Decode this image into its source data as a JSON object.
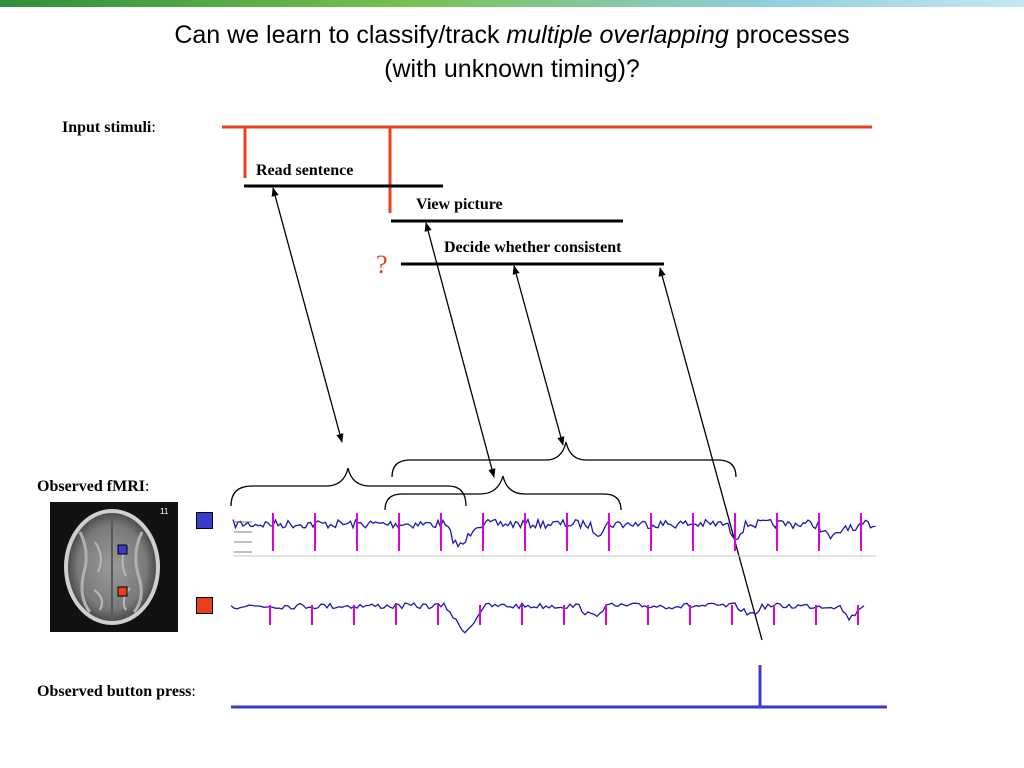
{
  "title": {
    "line1_pre": "Can we learn to classify/track ",
    "line1_em": "multiple overlapping",
    "line1_post": " processes",
    "line2": "(with unknown timing)?"
  },
  "labels": {
    "input_stimuli": "Input stimuli",
    "observed_fmri": "Observed fMRI",
    "observed_button_press": "Observed button press",
    "colon": ":"
  },
  "processes": {
    "read_sentence": "Read sentence",
    "view_picture": "View picture",
    "decide": "Decide whether consistent",
    "unknown_onset": "?"
  },
  "brain_slice_number": "11",
  "colors": {
    "stimulus_line": "#e8401c",
    "process_line": "#000000",
    "fmri_trace": "#1a1ab0",
    "event_tick": "#e000d8",
    "button_line": "#3a3acb",
    "voxel_blue": "#3a3acb",
    "voxel_red": "#e8401c"
  }
}
